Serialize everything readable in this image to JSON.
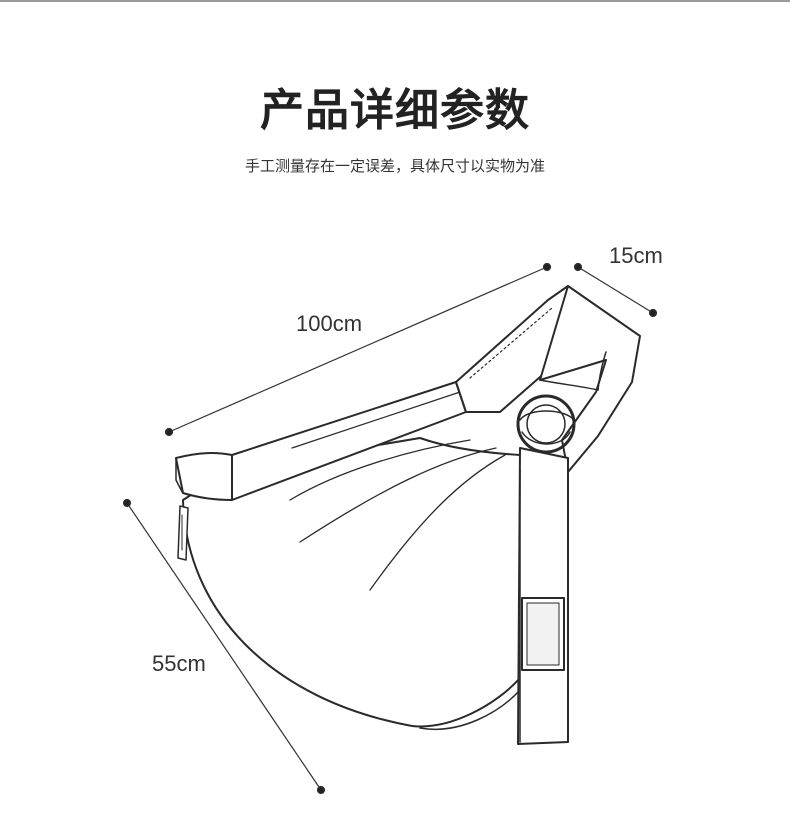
{
  "header": {
    "title": "产品详细参数",
    "subtitle": "手工测量存在一定误差，具体尺寸以实物为准"
  },
  "dimensions": {
    "length": "100cm",
    "strap_width": "15cm",
    "height": "55cm"
  }
}
